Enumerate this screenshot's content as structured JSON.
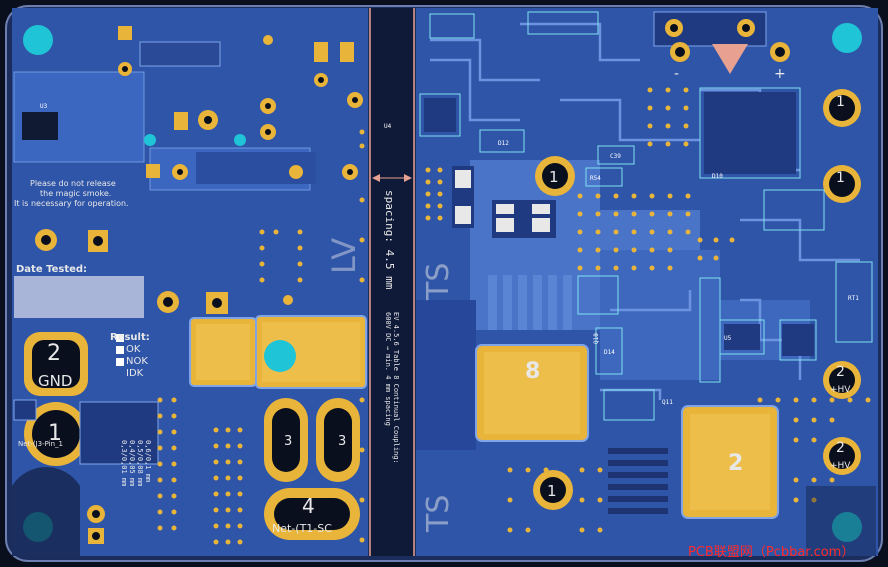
{
  "colors": {
    "background": "#0a0f1e",
    "copper_fill": "#3a63b8",
    "copper_trace": "#6c93e0",
    "pad_gold": "#e9b43a",
    "mount_hole": "#1fc4d6",
    "silkscreen": "#e8e8e8",
    "isolation_line": "#e8a090",
    "watermark": "#ff2a2a"
  },
  "notes": {
    "line1": "Please do not release",
    "line2": "the magic smoke.",
    "line3": "It is necessary for operation."
  },
  "date_label": "Date Tested:",
  "result": {
    "title": "Result:",
    "options": [
      "OK",
      "NOK",
      "IDK"
    ]
  },
  "labels": {
    "lv": "LV",
    "ts_top": "TS",
    "ts_bottom": "TS",
    "gnd": "GND",
    "pad2_top": "2",
    "pad1_left": "1",
    "pad3a": "3",
    "pad3b": "3",
    "pad4": "4",
    "net_t1": "Net-(T1-SC",
    "net_j3": "Net-(J3-Pin_1",
    "hv_1a": "1",
    "hv_1b": "1",
    "hv_2a": "2",
    "hv_2b": "2",
    "plus_hv": "+HV",
    "pad_8": "8",
    "pad_1_mid": "1",
    "pad_2_mid": "2",
    "pad_1_bot": "1",
    "minus": "-",
    "plus": "+"
  },
  "spacing": {
    "arrow_text": "spacing: 4.5 mm",
    "table_text1": "EV 4.5.6 Table 8 Continual Coupling:",
    "table_text2": "600V DC → min. 4 mm spacing"
  },
  "clearance_table": [
    "0,6/0,1 mm",
    "0,5/0,08 mm",
    "0,4/0,05 mm",
    "0,3/0,01 mm"
  ],
  "refs": [
    "U3",
    "U4",
    "R54",
    "D14",
    "D12",
    "C39",
    "Q10",
    "Q11",
    "RT1",
    "U5",
    "D10"
  ],
  "watermark": "PCB联盟网（Pcbbar.com）"
}
